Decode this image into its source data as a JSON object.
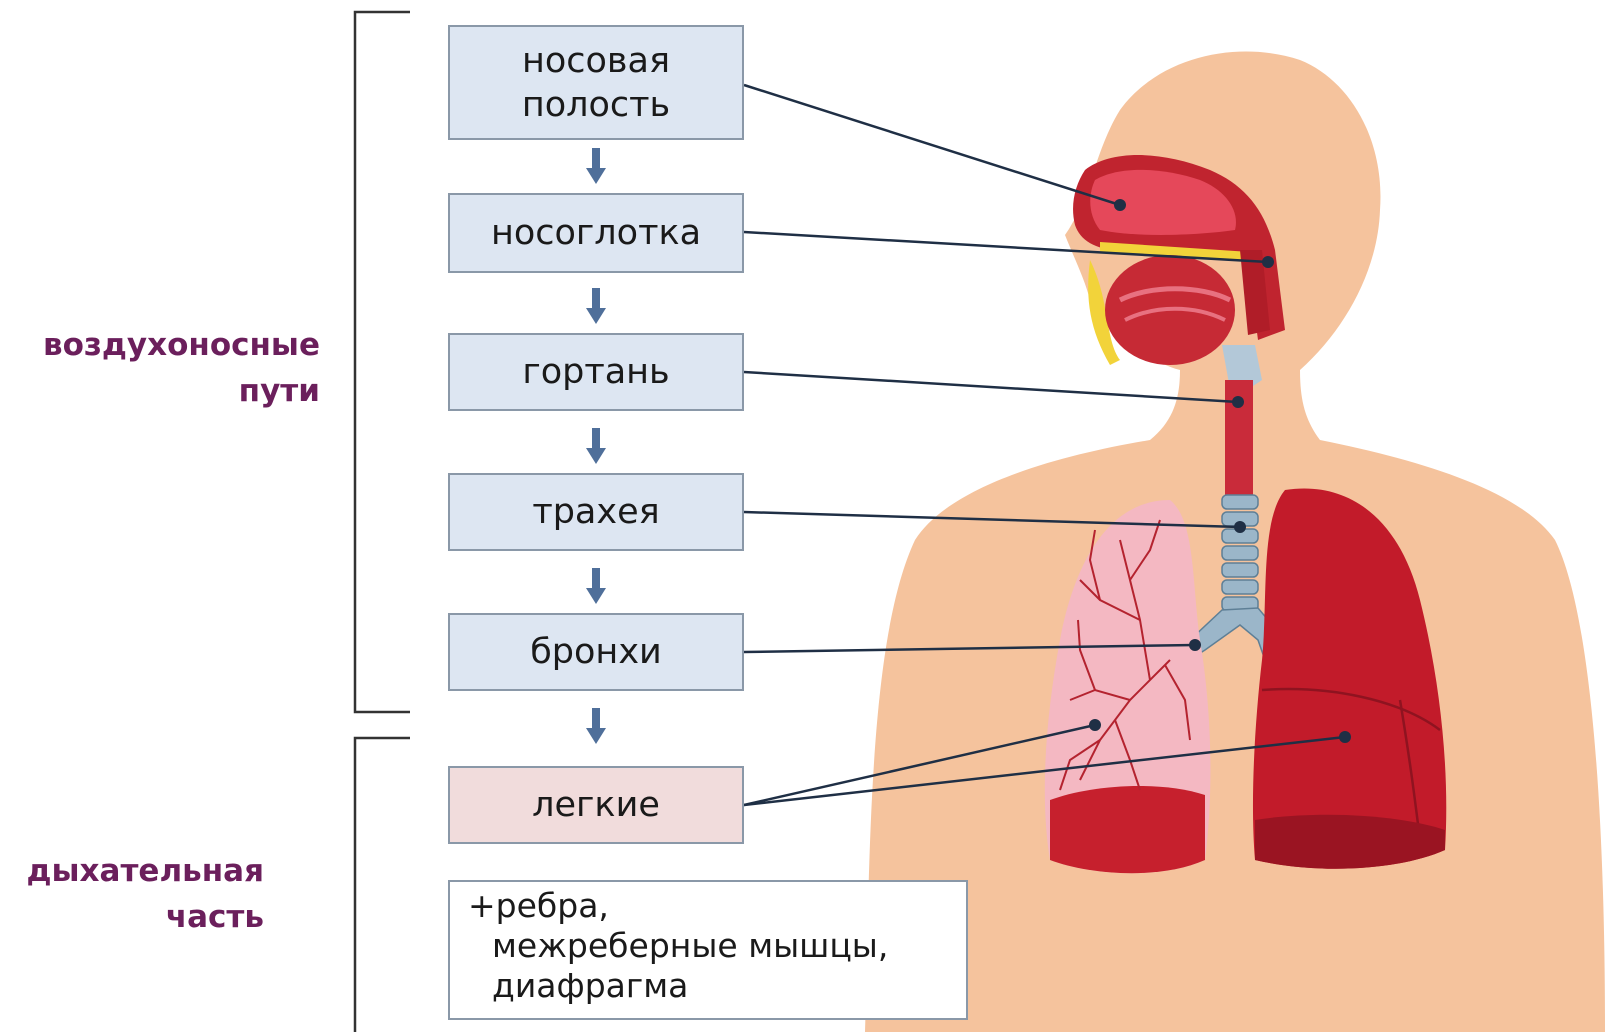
{
  "groups": {
    "airways": {
      "line1": "воздухоносные",
      "line2": "пути"
    },
    "respiratory": {
      "line1": "дыхательная",
      "line2": "часть"
    }
  },
  "boxes": {
    "nasal_cavity": "носовая\nполость",
    "nasopharynx": "носоглотка",
    "larynx": "гортань",
    "trachea": "трахея",
    "bronchi": "бронхи",
    "lungs": "легкие"
  },
  "note": {
    "line1": "+ребра,",
    "line2": "межреберные мышцы,",
    "line3": "диафрагма"
  },
  "colors": {
    "group_label": "#6b1f5c",
    "box_fill": "#dde6f2",
    "lung_box_fill": "#f1dcdc",
    "arrow": "#4f6f9a",
    "skin": "#f5c39d",
    "organ": "#c21b2a",
    "airway": "#9bb6c9"
  },
  "icons": [
    "arrow-down-icon"
  ]
}
